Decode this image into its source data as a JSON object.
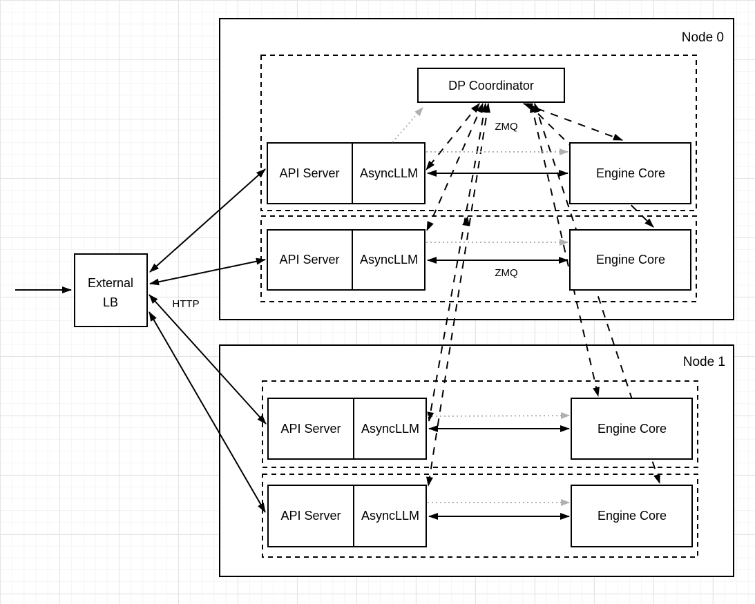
{
  "diagram": {
    "node0_label": "Node 0",
    "node1_label": "Node 1",
    "coordinator_label": "DP Coordinator",
    "external_lb": {
      "line1": "External",
      "line2": "LB"
    },
    "http_label": "HTTP",
    "zmq_coordinator_label": "ZMQ",
    "zmq_row_label": "ZMQ",
    "rows": [
      {
        "node": "Node 0",
        "api_server": "API Server",
        "asyncllm": "AsyncLLM",
        "engine_core": "Engine Core"
      },
      {
        "node": "Node 0",
        "api_server": "API Server",
        "asyncllm": "AsyncLLM",
        "engine_core": "Engine Core"
      },
      {
        "node": "Node 1",
        "api_server": "API Server",
        "asyncllm": "AsyncLLM",
        "engine_core": "Engine Core"
      },
      {
        "node": "Node 1",
        "api_server": "API Server",
        "asyncllm": "AsyncLLM",
        "engine_core": "Engine Core"
      }
    ],
    "colors": {
      "line": "#000000",
      "gray_arrow": "#b0b0b0",
      "box_fill": "#ffffff"
    }
  }
}
